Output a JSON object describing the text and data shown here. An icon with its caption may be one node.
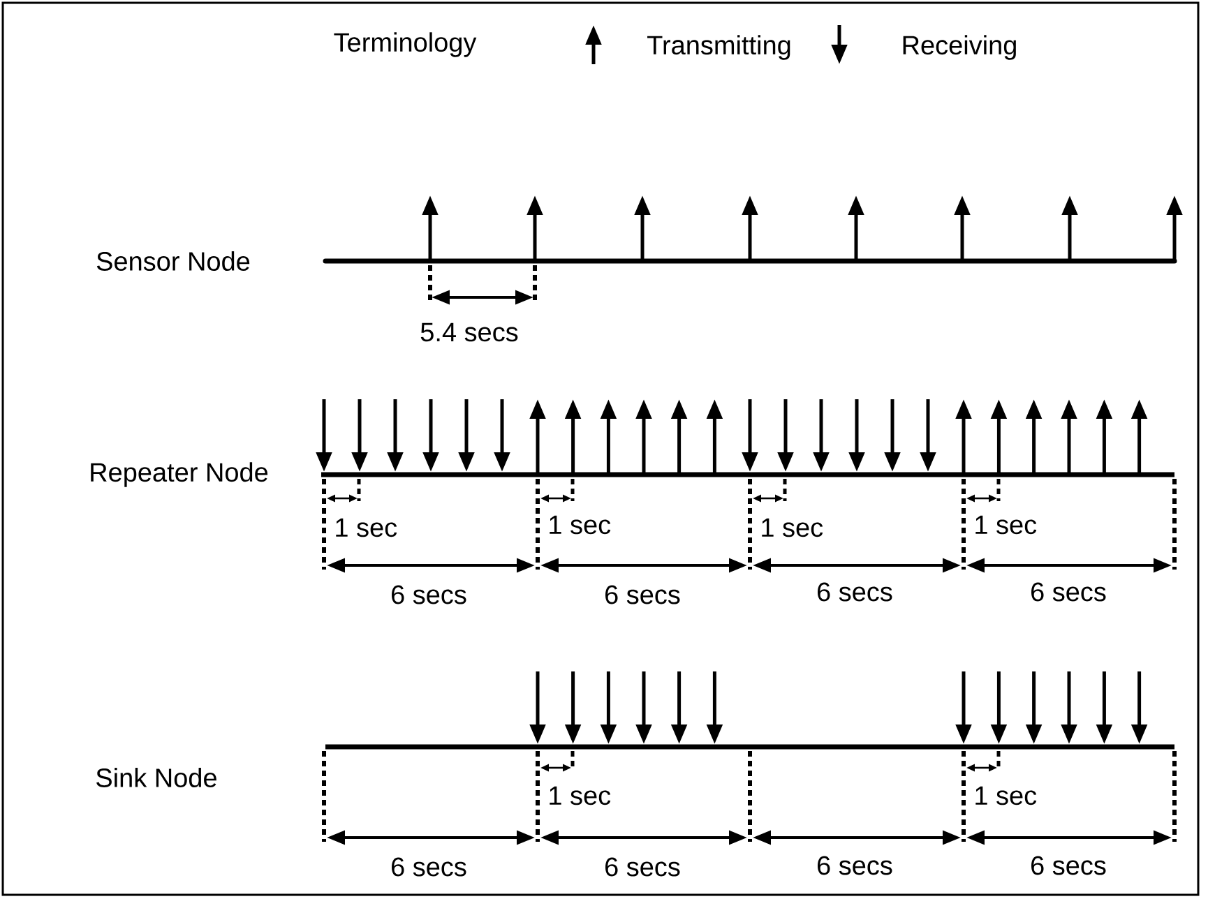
{
  "diagram": {
    "labels": [
      "Terminology",
      "Sensor Node",
      "5.4 secs",
      "Repeater Node",
      "1 sec",
      "1 sec",
      "1 sec",
      "1 sec",
      "6 secs",
      "6 secs",
      "6 secs",
      "6 secs",
      "Sink Node",
      "1 sec",
      "1 sec",
      "6 secs",
      "6 secs",
      "6 secs",
      "6 secs"
    ],
    "legend": [
      {
        "text": "Transmitting"
      },
      {
        "text": "Receiving"
      }
    ]
  }
}
